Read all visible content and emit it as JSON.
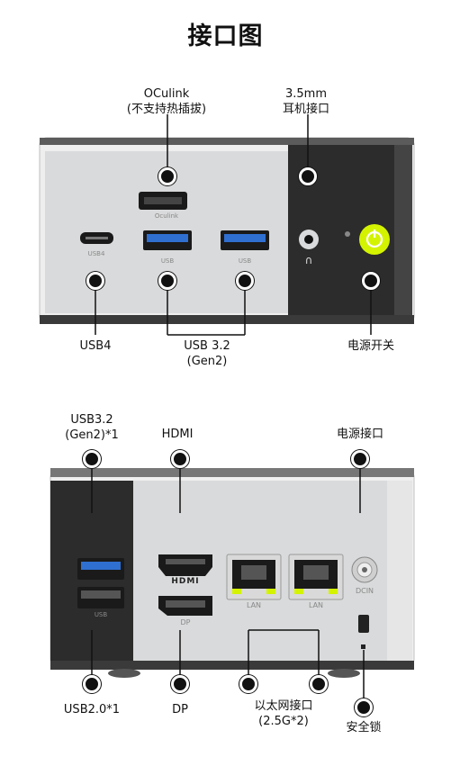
{
  "title": "接口图",
  "front": {
    "oculink_label": "OCulink",
    "oculink_note": "(不支持热插拔)",
    "audio_label_1": "3.5mm",
    "audio_label_2": "耳机接口",
    "usb4_label": "USB4",
    "usb32_label_1": "USB 3.2",
    "usb32_label_2": "(Gen2)",
    "power_label": "电源开关",
    "oculink_print": "Oculink",
    "usb4_print": "USB4",
    "usb_print": "USB"
  },
  "back": {
    "usb32_label_1": "USB3.2",
    "usb32_label_2": "(Gen2)*1",
    "hdmi_label": "HDMI",
    "dc_label": "电源接口",
    "usb20_label": "USB2.0*1",
    "dp_label": "DP",
    "lan_label_1": "以太网接口",
    "lan_label_2": "(2.5G*2)",
    "lock_label": "安全锁",
    "hdmi_print": "HDMI",
    "dp_print": "DP",
    "lan_print": "LAN",
    "dcin_print": "DCIN",
    "usb_print": "USB"
  },
  "colors": {
    "power_button": "#d4f300",
    "usb3_blue": "#2f6fd0",
    "panel_dark": "#2c2c2c",
    "panel_light": "#d9dadb"
  }
}
